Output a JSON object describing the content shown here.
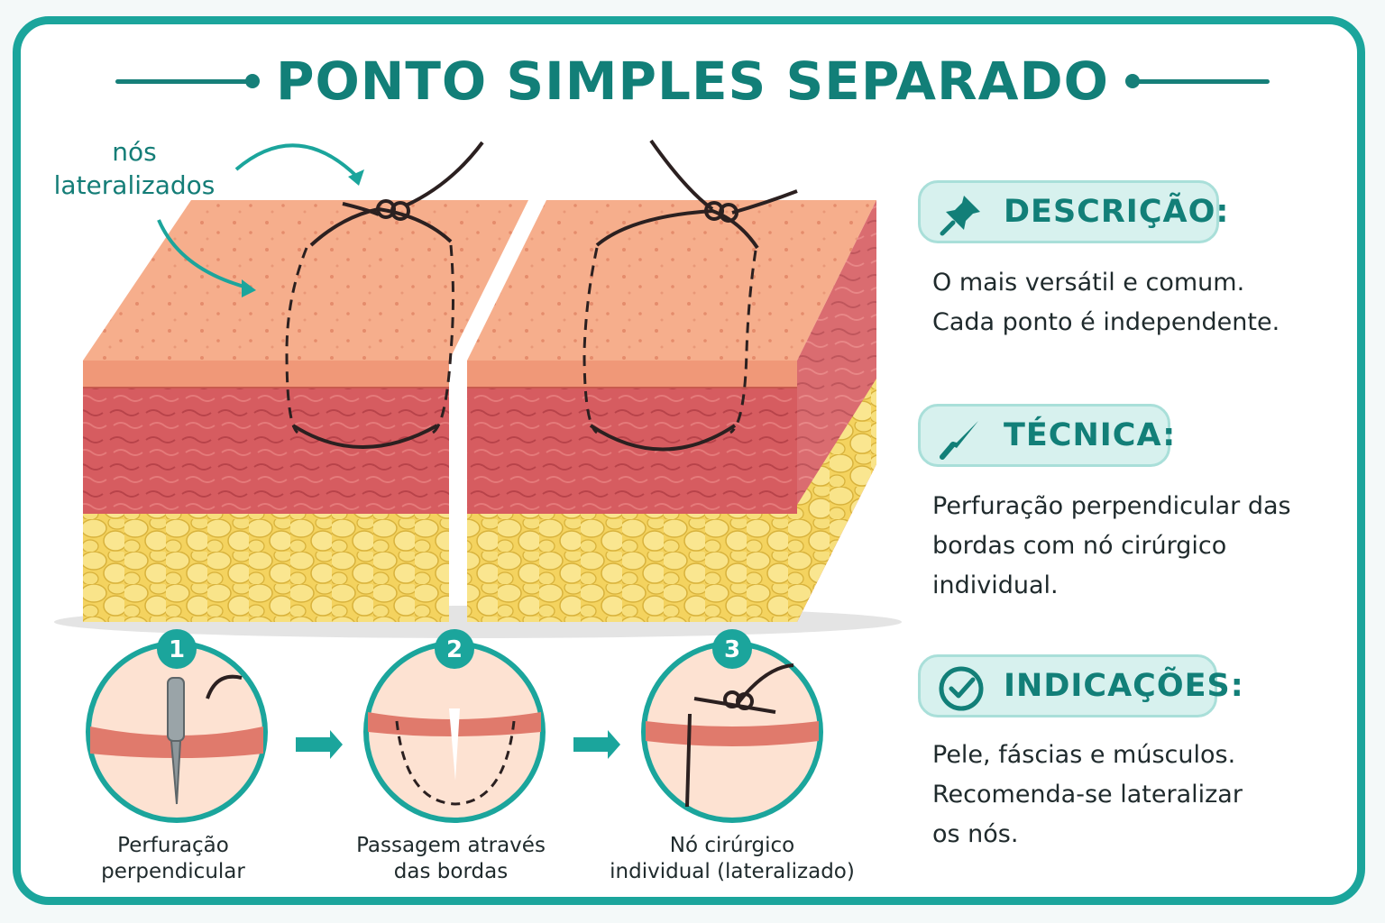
{
  "title": "PONTO SIMPLES SEPARADO",
  "annotation": {
    "line1": "nós",
    "line2": "lateralizados"
  },
  "steps": [
    {
      "number": "1",
      "line1": "Perfuração",
      "line2": "perpendicular"
    },
    {
      "number": "2",
      "line1": "Passagem através",
      "line2": "das bordas"
    },
    {
      "number": "3",
      "line1": "Nó cirúrgico",
      "line2": "individual (lateralizado)"
    }
  ],
  "sections": [
    {
      "icon": "pushpin-icon",
      "heading": "DESCRIÇÃO:",
      "lines": [
        "O mais versátil e comum.",
        "Cada ponto é independente."
      ]
    },
    {
      "icon": "scalpel-icon",
      "heading": "TÉCNICA:",
      "lines": [
        "Perfuração perpendicular das",
        "bordas com nó cirúrgico",
        "individual."
      ]
    },
    {
      "icon": "check-circle-icon",
      "heading": "INDICAÇÕES:",
      "lines": [
        "Pele, fáscias e músculos.",
        "Recomenda-se lateralizar",
        "os nós."
      ]
    }
  ],
  "colors": {
    "teal": "#1ba59c",
    "dark_teal": "#127f78",
    "epidermis": "#f4a886",
    "dermis": "#d95f62",
    "fat": "#f6d86a",
    "suture": "#2b2020"
  }
}
